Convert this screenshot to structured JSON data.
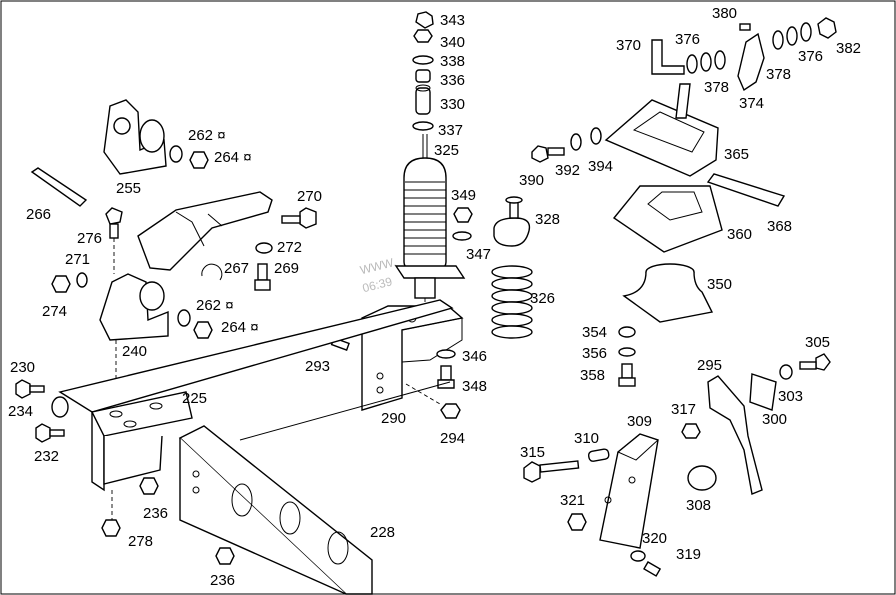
{
  "watermark": {
    "line1": "WWW.",
    "line2": "06:39"
  },
  "labels": {
    "l343": "343",
    "l340": "340",
    "l338": "338",
    "l336": "336",
    "l330": "330",
    "l337": "337",
    "l325": "325",
    "l349": "349",
    "l347": "347",
    "l328": "328",
    "l326": "326",
    "l346": "346",
    "l348": "348",
    "l294": "294",
    "l290": "290",
    "l293": "293",
    "l370": "370",
    "l376a": "376",
    "l380": "380",
    "l378a": "378",
    "l374": "374",
    "l378b": "378",
    "l376b": "376",
    "l382": "382",
    "l365": "365",
    "l390": "390",
    "l392": "392",
    "l394": "394",
    "l368": "368",
    "l360": "360",
    "l350": "350",
    "l354": "354",
    "l356": "356",
    "l358": "358",
    "l305": "305",
    "l295": "295",
    "l303": "303",
    "l300": "300",
    "l309": "309",
    "l317": "317",
    "l310": "310",
    "l315": "315",
    "l308": "308",
    "l321": "321",
    "l320": "320",
    "l319": "319",
    "l262a": "262 ¤",
    "l264a": "264 ¤",
    "l255": "255",
    "l266": "266",
    "l270": "270",
    "l276": "276",
    "l272": "272",
    "l271": "271",
    "l267": "267",
    "l269": "269",
    "l274": "274",
    "l262b": "262 ¤",
    "l264b": "264 ¤",
    "l240": "240",
    "l230": "230",
    "l234": "234",
    "l225": "225",
    "l232": "232",
    "l236a": "236",
    "l278": "278",
    "l228": "228",
    "l236b": "236"
  }
}
